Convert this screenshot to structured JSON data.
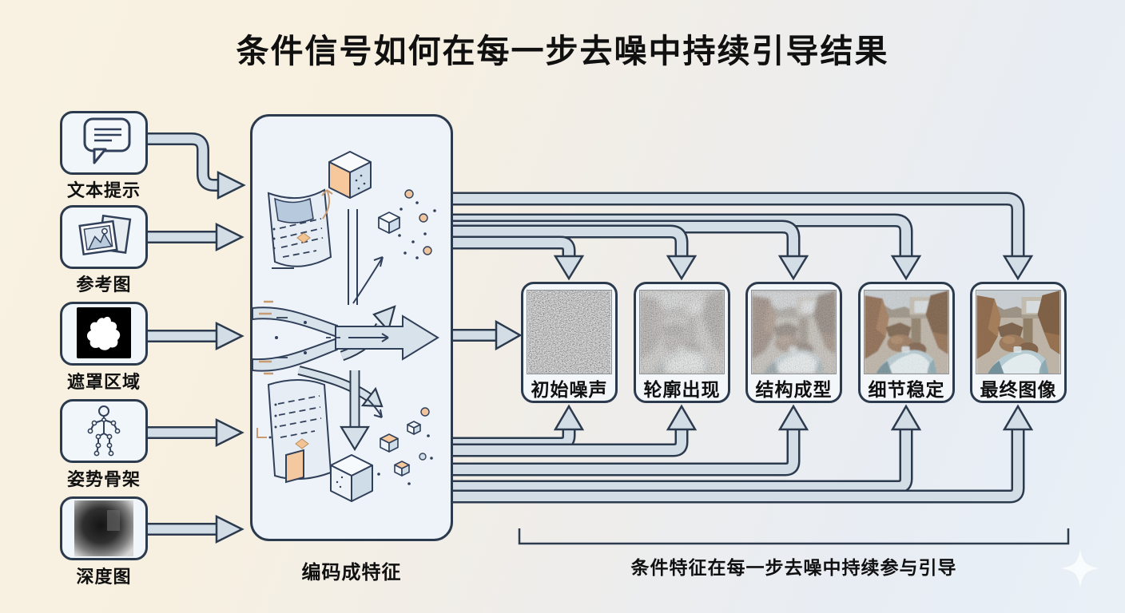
{
  "title": "条件信号如何在每一步去噪中持续引导结果",
  "inputs": [
    {
      "label": "文本提示",
      "icon": "chat-bubble-icon"
    },
    {
      "label": "参考图",
      "icon": "photos-icon"
    },
    {
      "label": "遮罩区域",
      "icon": "mask-icon"
    },
    {
      "label": "姿势骨架",
      "icon": "pose-skeleton-icon"
    },
    {
      "label": "深度图",
      "icon": "depth-map-icon"
    }
  ],
  "encoder": {
    "label": "编码成特征"
  },
  "stages": [
    {
      "label": "初始噪声",
      "image": "gray-noise"
    },
    {
      "label": "轮廓出现",
      "image": "noisy-outline"
    },
    {
      "label": "结构成型",
      "image": "blurry-structure"
    },
    {
      "label": "细节稳定",
      "image": "stabilized-detail"
    },
    {
      "label": "最终图像",
      "image": "final-canyon"
    }
  ],
  "bracket_caption": "条件特征在每一步去噪中持续参与引导",
  "colors": {
    "background_left": "#f8f1e2",
    "background_right": "#e8eef5",
    "box_fill": "#f1f6fa",
    "box_border": "#2c3a4e",
    "pipe_fill": "#d3dde6",
    "pipe_outline": "#2c3a4e",
    "accent_orange": "#f6c899",
    "title_color": "#101010"
  }
}
